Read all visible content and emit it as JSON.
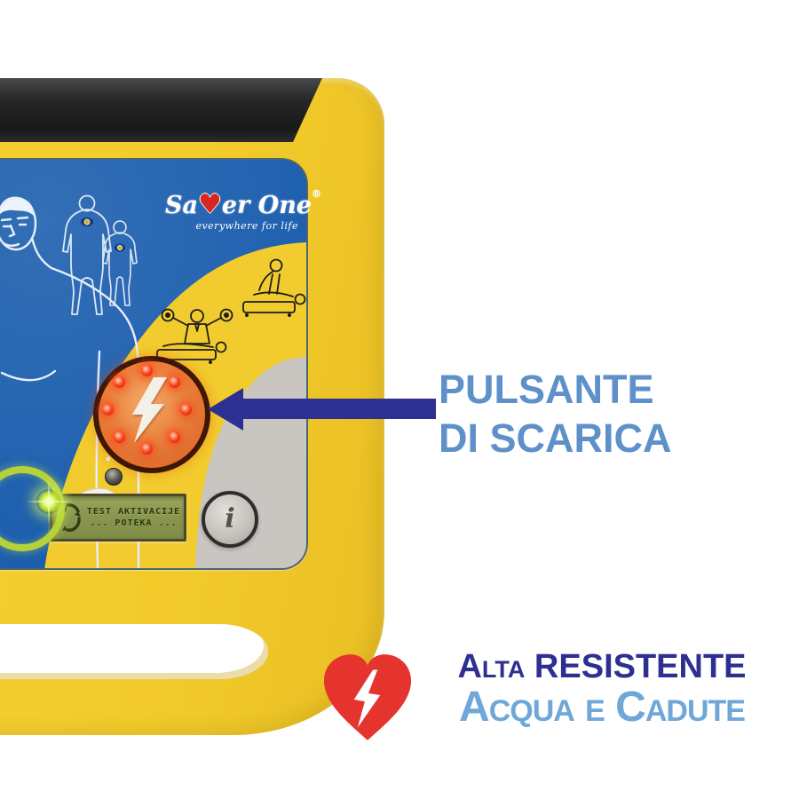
{
  "device": {
    "brand": {
      "prefix": "Sa",
      "heart_symbol": "♥",
      "suffix": "er One",
      "registered": "®",
      "tagline": "everywhere for life"
    },
    "lcd": {
      "line1": "TEST AKTIVACIJE",
      "line2": "... POTEKA ..."
    },
    "info_button_glyph": "i"
  },
  "annotations": {
    "shock_label": {
      "line1": "PULSANTE",
      "line2": "DI SCARICA"
    },
    "durability": {
      "line1": "Alta RESISTENTE",
      "line2": "Acqua e Cadute"
    }
  },
  "colors": {
    "body_yellow": "#f2cb2b",
    "panel_blue": "#1d5fae",
    "panel_gray": "#c9c6c2",
    "shock_button_orange": "#e8823f",
    "led_red": "#ff4a22",
    "arrow_navy": "#2d3090",
    "label_light_blue": "#5e91c9",
    "durability_navy": "#2d3090",
    "durability_light_blue": "#6fa8d8",
    "heart_red": "#e5332d",
    "lcd_green": "#8b9850",
    "ring_green": "#b6d23a"
  }
}
